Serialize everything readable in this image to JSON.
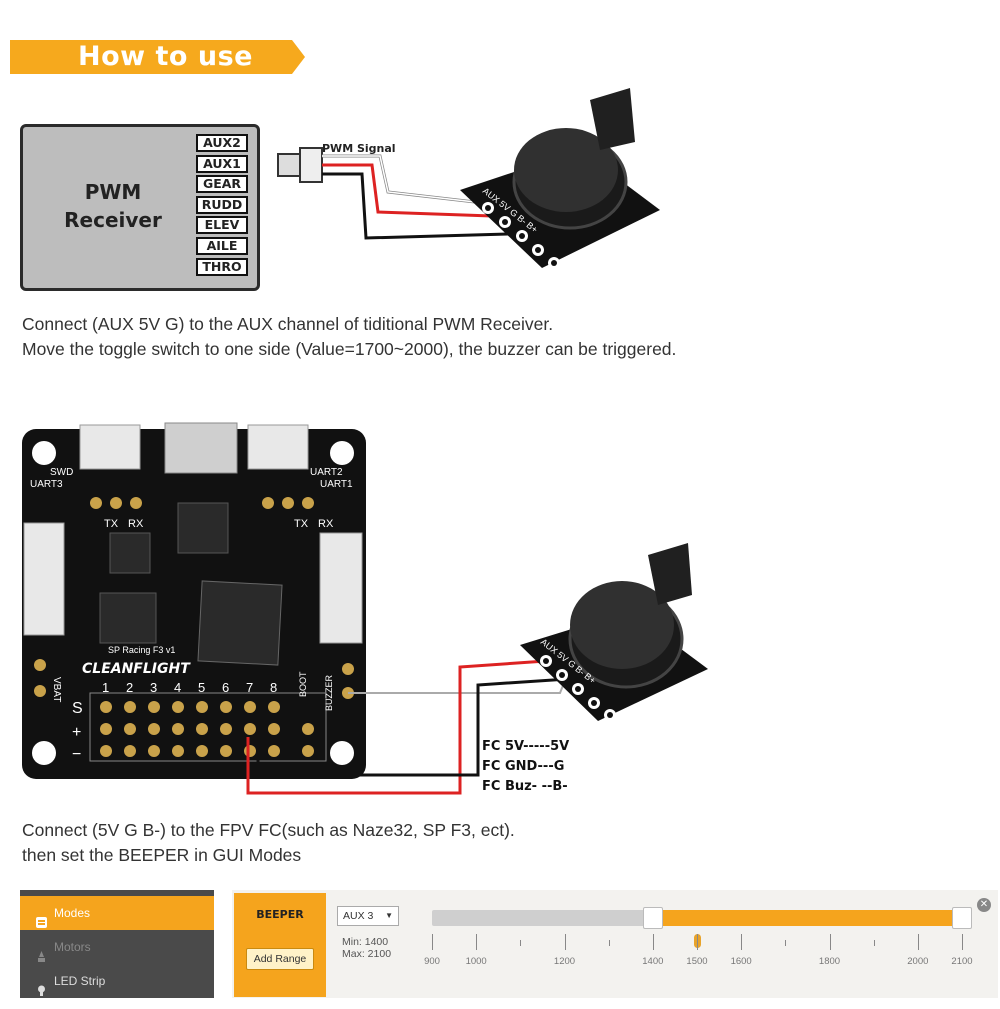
{
  "header": {
    "title": "How to use"
  },
  "receiver": {
    "label_line1": "PWM",
    "label_line2": "Receiver",
    "channels": [
      "AUX2",
      "AUX1",
      "GEAR",
      "RUDD",
      "ELEV",
      "AILE",
      "THRO"
    ]
  },
  "wiring": {
    "pwm_signal_label": "PWM Signal",
    "buzzer_pins_top": "AUX 5V G  B- B+",
    "buzzer_pins_bottom": "AUX 5V G B- B+"
  },
  "instructions1": {
    "line1": "Connect (AUX 5V G) to the AUX channel of tiditional PWM Receiver.",
    "line2": "Move the toggle switch to one side (Value=1700~2000),  the buzzer can be triggered."
  },
  "flight_controller": {
    "labels": {
      "swd": "SWD",
      "uart3": "UART3",
      "uart2": "UART2",
      "uart1": "UART1",
      "tx": "TX",
      "rx": "RX",
      "brand": "CLEANFLIGHT",
      "board": "SP Racing F3 v1",
      "vbat": "VBAT",
      "boot": "BOOT",
      "buzzer": "BUZZER",
      "s": "S",
      "pin_numbers": [
        "1",
        "2",
        "3",
        "4",
        "5",
        "6",
        "7",
        "8"
      ],
      "minus": "−",
      "plus": "+"
    },
    "connections": {
      "line1": "FC 5V-----5V",
      "line2": "FC GND---G",
      "line3": "FC Buz-  --B-"
    }
  },
  "instructions2": {
    "line1": "Connect (5V G  B-) to the FPV FC(such as Naze32, SP F3, ect).",
    "line2": "then set the BEEPER in GUI Modes"
  },
  "gui": {
    "sidebar": [
      {
        "label": "Modes",
        "icon": "modes-icon",
        "active": true
      },
      {
        "label": "Motors",
        "icon": "motors-icon",
        "active": false
      },
      {
        "label": "LED Strip",
        "icon": "led-strip-icon",
        "active": false
      }
    ],
    "mode_name": "BEEPER",
    "add_range_label": "Add Range",
    "aux_selected": "AUX 3",
    "min_label": "Min: 1400",
    "max_label": "Max: 2100",
    "range_min": 1400,
    "range_max": 2100,
    "scale_min": 900,
    "scale_max": 2100,
    "current_value": 1500,
    "tick_labels": [
      "900",
      "1000",
      "1200",
      "1400",
      "1500",
      "1600",
      "1800",
      "2000",
      "2100"
    ],
    "accent_color": "#f5a41d"
  }
}
